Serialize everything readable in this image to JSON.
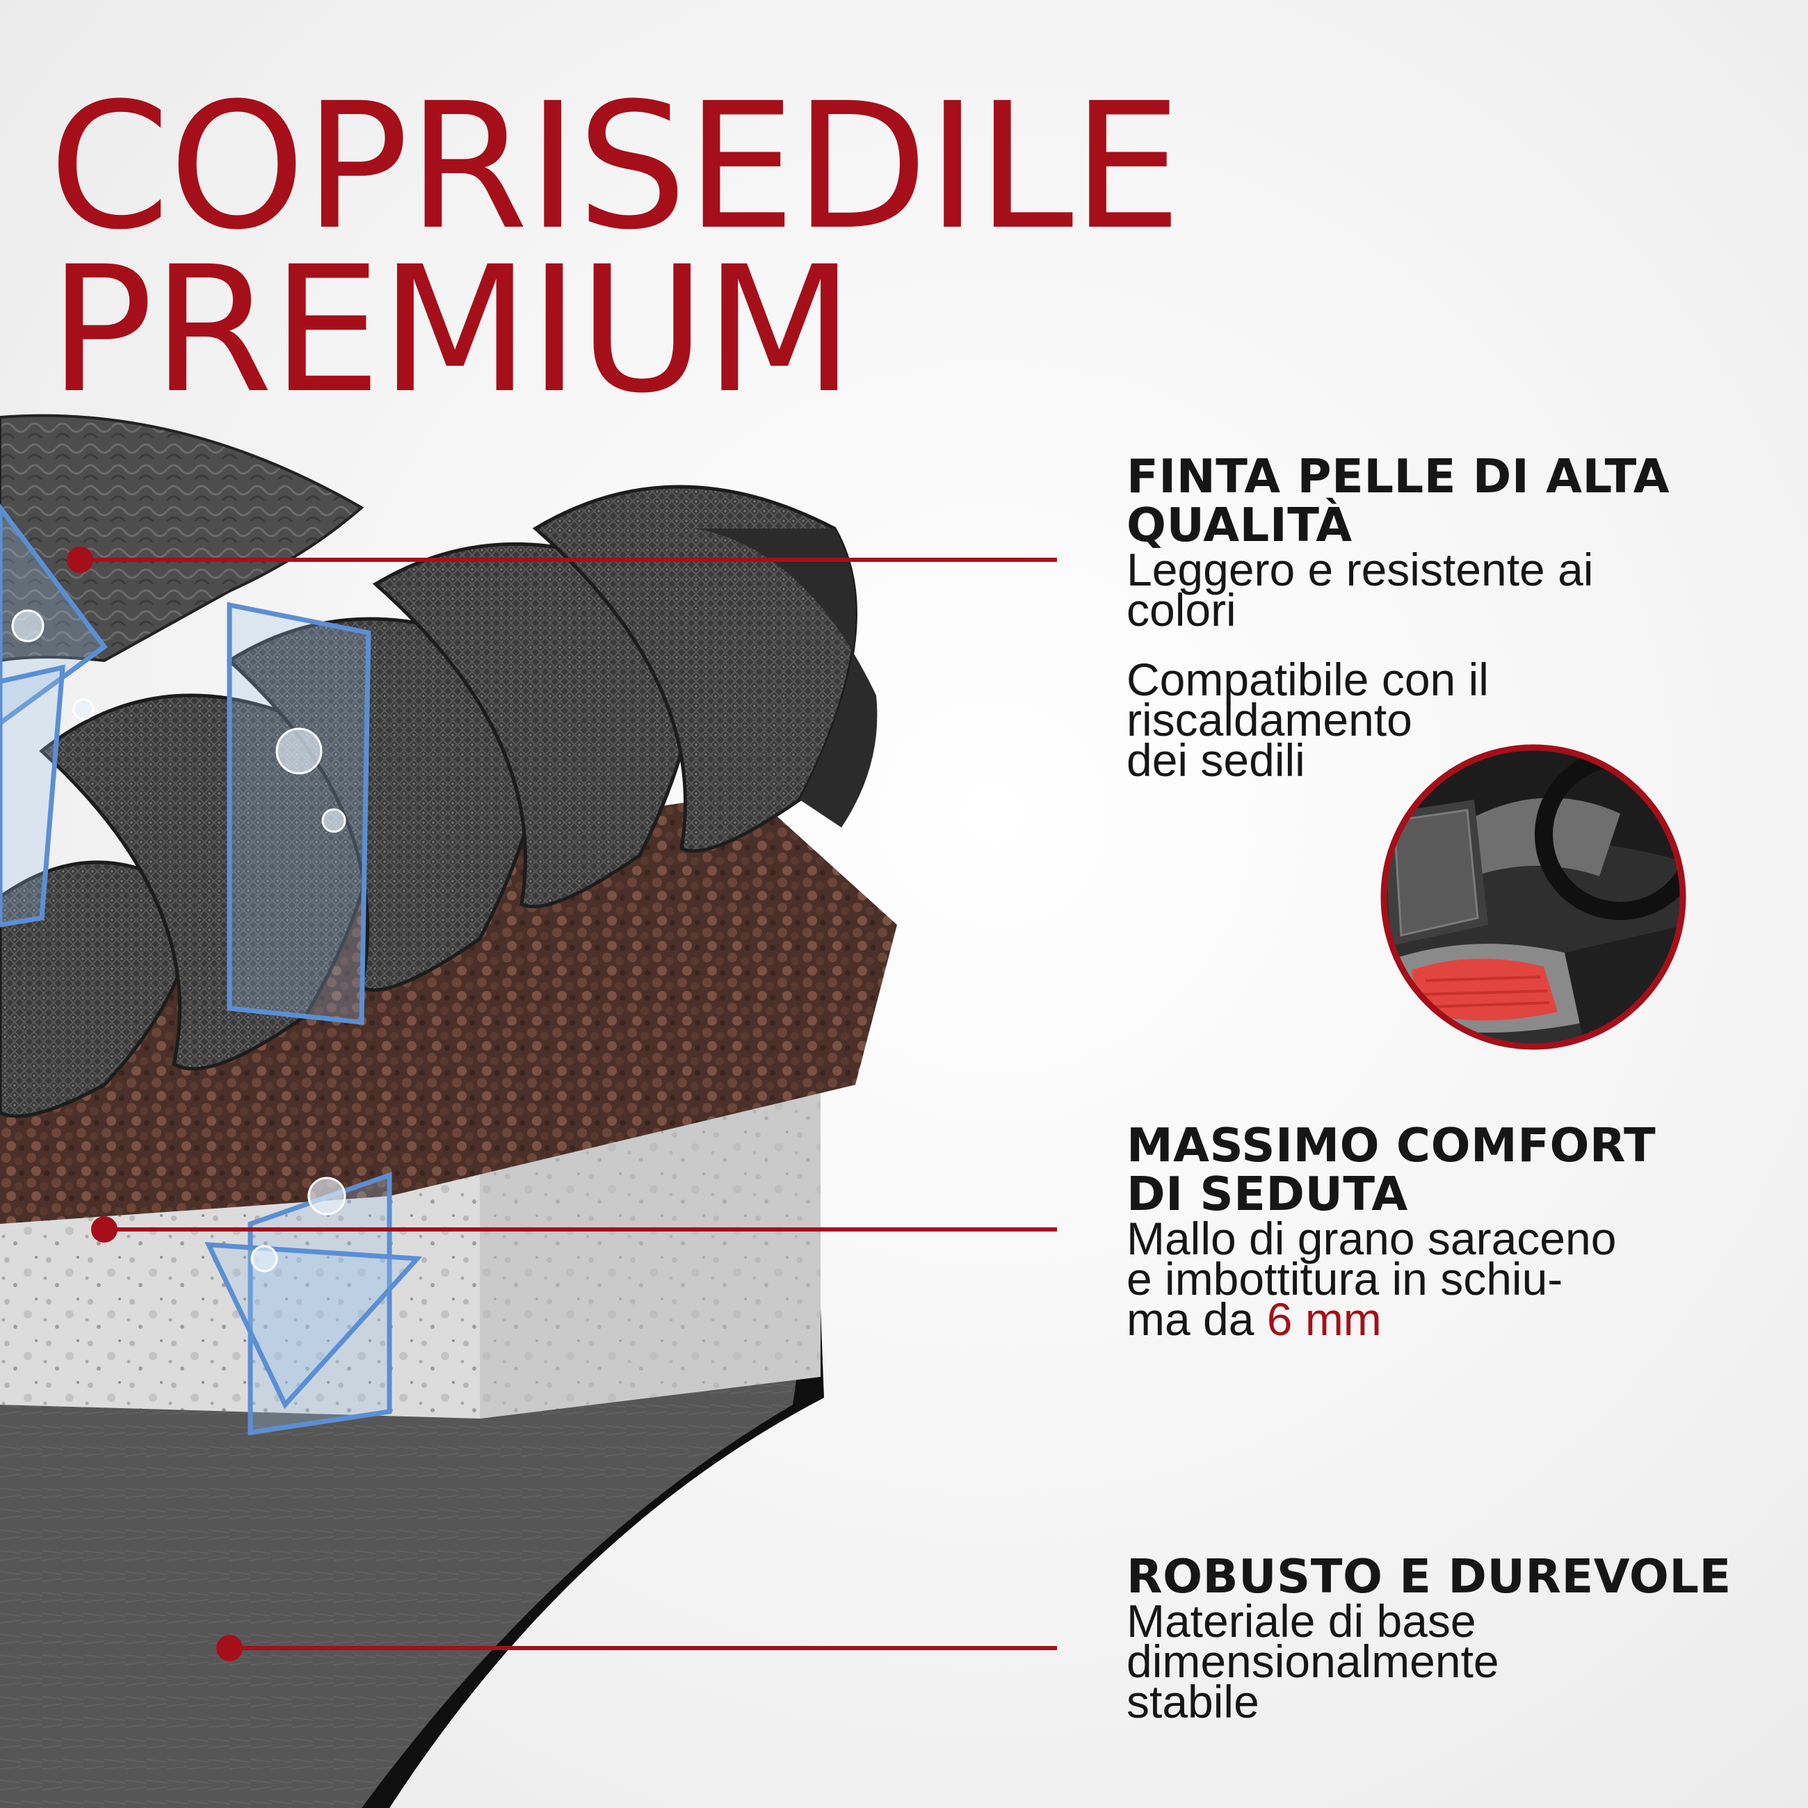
{
  "colors": {
    "accent": "#a50f1a",
    "text": "#161616"
  },
  "title": {
    "line1": "COPRISEDILE",
    "line2": "PREMIUM"
  },
  "features": [
    {
      "heading_line1": "FINTA PELLE DI ALTA",
      "heading_line2": "QUALITÀ",
      "desc_lines": [
        "Leggero e resistente ai",
        "colori"
      ],
      "extra_lines": [
        "Compatibile con il",
        "riscaldamento",
        "dei sedili"
      ]
    },
    {
      "heading_line1": "MASSIMO COMFORT",
      "heading_line2": "DI SEDUTA",
      "desc_lines": [
        "Mallo di grano saraceno",
        "e imbottitura in schiu-"
      ],
      "desc_line3_prefix": "ma da ",
      "desc_line3_highlight": "6 mm"
    },
    {
      "heading_line1": "ROBUSTO E DUREVOLE",
      "desc_lines": [
        "Materiale di base",
        "dimensionalmente",
        "stabile"
      ]
    }
  ],
  "icons": {
    "inset_image": "heated-seat-car-interior-icon"
  }
}
